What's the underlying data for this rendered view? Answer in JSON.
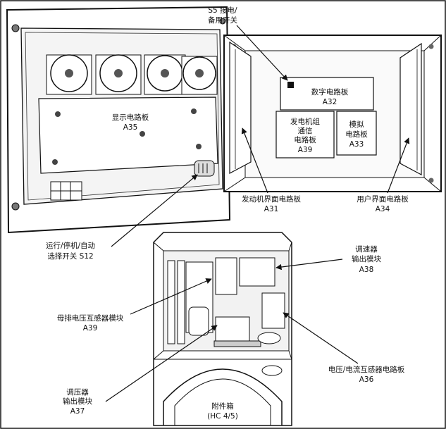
{
  "labels": {
    "s5": {
      "line1": "S5 接电/",
      "line2": "备用开关"
    },
    "a32": {
      "name": "数字电路板",
      "code": "A32"
    },
    "a35": {
      "name": "显示电路板",
      "code": "A35"
    },
    "a39_panel": {
      "line1": "发电机组",
      "line2": "通信",
      "line3": "电路板",
      "code": "A39"
    },
    "a33": {
      "line1": "模拟",
      "line2": "电路板",
      "code": "A33"
    },
    "a31": {
      "name": "发动机界面电路板",
      "code": "A31"
    },
    "a34": {
      "name": "用户界面电路板",
      "code": "A34"
    },
    "s12": {
      "line1": "运行/停机/自动",
      "line2": "选择开关 S12"
    },
    "a38": {
      "line1": "调速器",
      "line2": "输出模块",
      "code": "A38"
    },
    "a39_module": {
      "name": "母排电压互感器模块",
      "code": "A39"
    },
    "a36": {
      "name": "电压/电流互感器电路板",
      "code": "A36"
    },
    "a37": {
      "line1": "调压器",
      "line2": "输出模块",
      "code": "A37"
    },
    "accessory_box": {
      "name": "附件箱",
      "model": "(HC 4/5)"
    }
  }
}
